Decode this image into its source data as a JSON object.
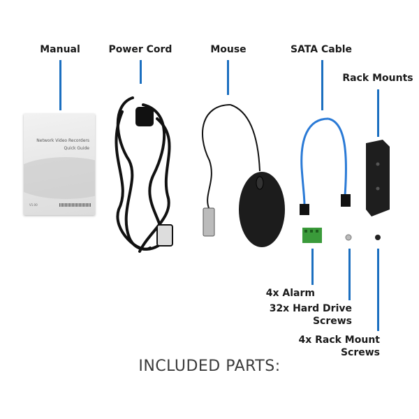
{
  "labels": {
    "manual": "Manual",
    "power_cord": "Power Cord",
    "mouse": "Mouse",
    "sata_cable": "SATA Cable",
    "rack_mounts": "Rack Mounts",
    "alarm": "4x Alarm",
    "hdd_screws_1": "32x Hard Drive",
    "hdd_screws_2": "Screws",
    "rack_screws_1": "4x Rack Mount",
    "rack_screws_2": "Screws"
  },
  "manual_cover": {
    "title": "Network Video Recorders",
    "subtitle": "Quick Guide",
    "version": "V1.00"
  },
  "title": "INCLUDED PARTS:",
  "colors": {
    "accent": "#1b6fc0"
  }
}
